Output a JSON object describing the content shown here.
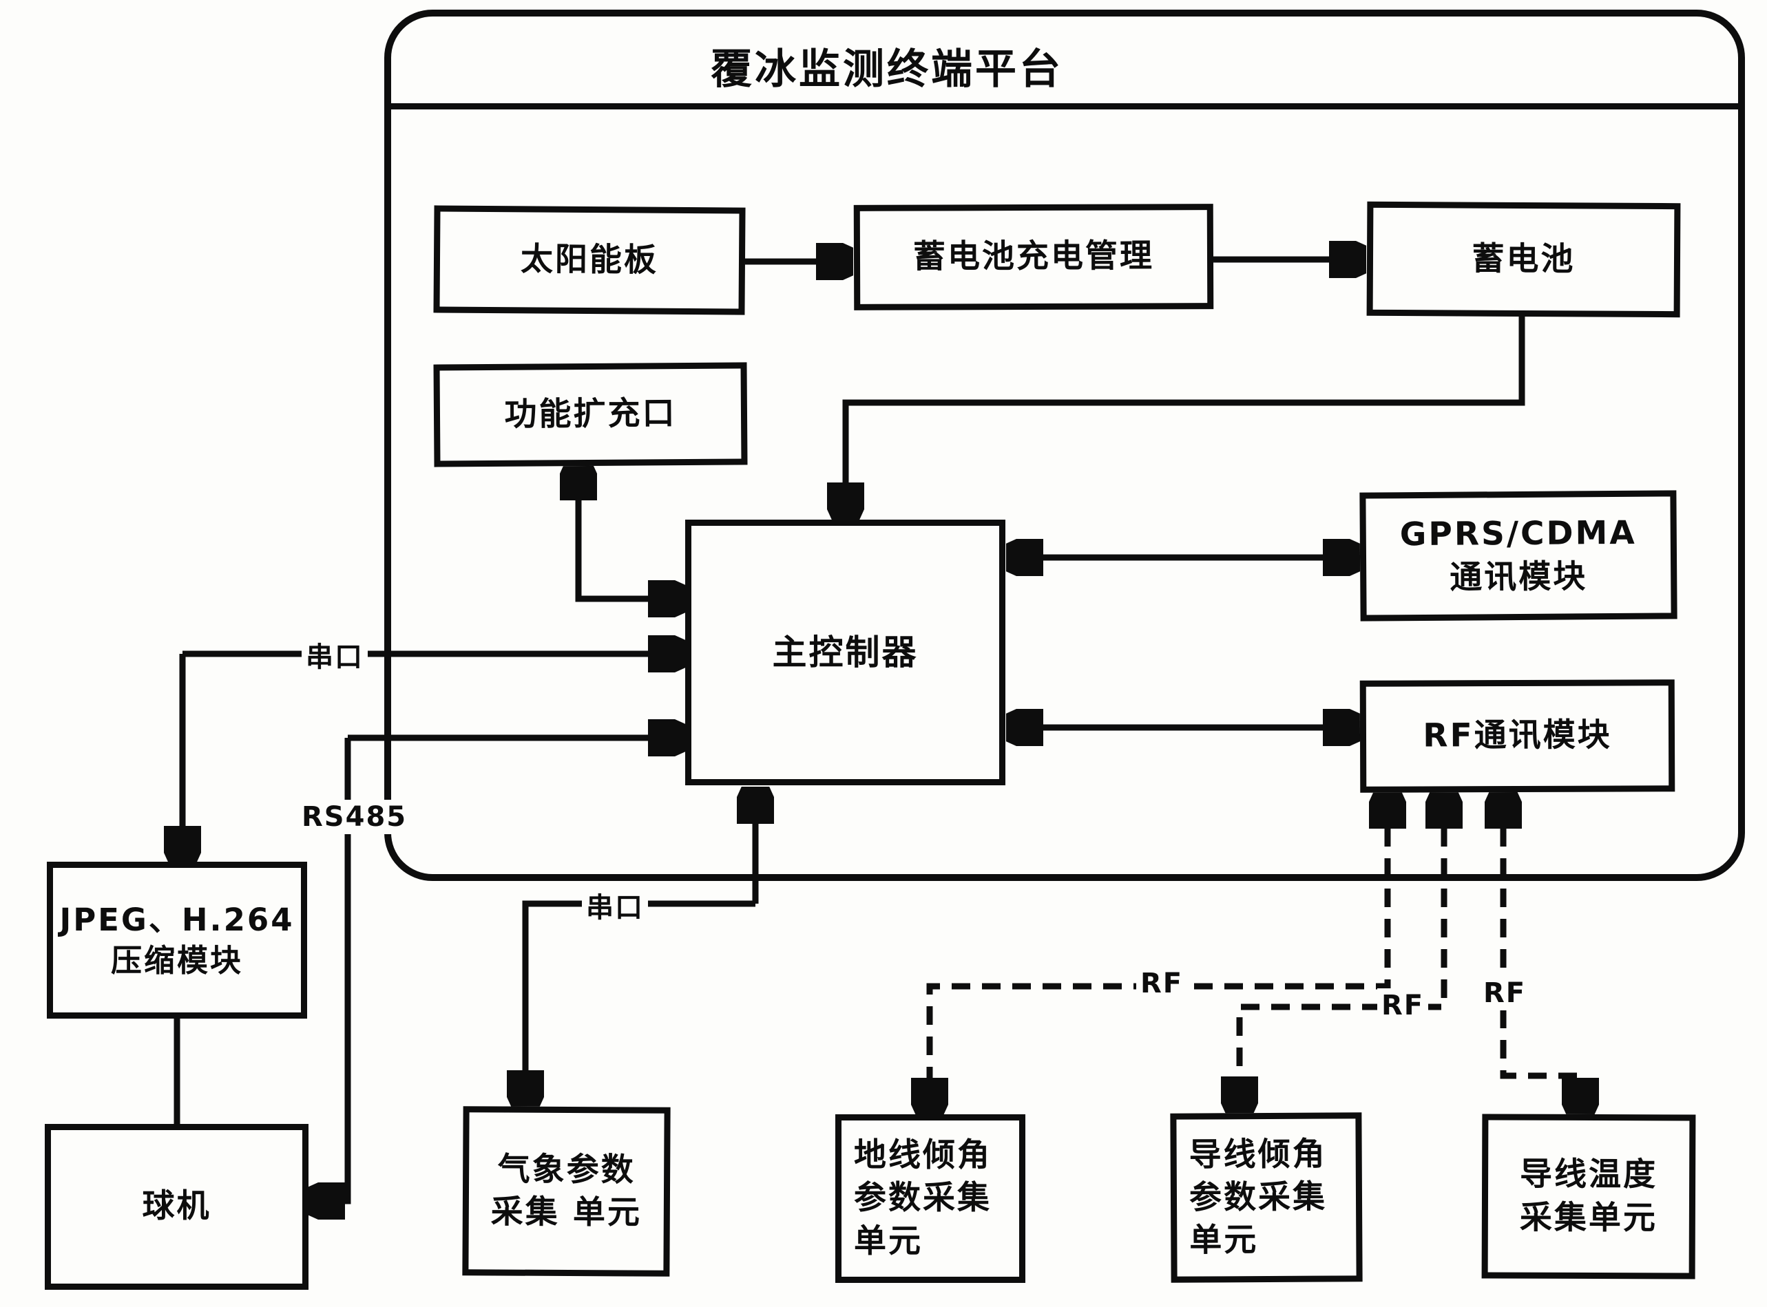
{
  "platform": {
    "title": "覆冰监测终端平台"
  },
  "boxes": {
    "solar": {
      "lines": [
        "太阳能板"
      ]
    },
    "charge": {
      "lines": [
        "蓄电池充电管理"
      ]
    },
    "battery": {
      "lines": [
        "蓄电池"
      ]
    },
    "expansion": {
      "lines": [
        "功能扩充口"
      ]
    },
    "controller": {
      "lines": [
        "主控制器"
      ]
    },
    "gprs": {
      "lines": [
        "GPRS/CDMA",
        "通讯模块"
      ]
    },
    "rf": {
      "lines": [
        "RF通讯模块"
      ]
    },
    "jpeg": {
      "lines": [
        "JPEG、H.264",
        "压缩模块"
      ]
    },
    "camera": {
      "lines": [
        "球机"
      ]
    },
    "weather": {
      "lines": [
        "气象参数",
        "采集 单元"
      ]
    },
    "ground_angle": {
      "lines": [
        "地线倾角",
        "参数采集",
        "单元"
      ]
    },
    "conductor_angle": {
      "lines": [
        "导线倾角",
        "参数采集",
        "单元"
      ]
    },
    "conductor_temp": {
      "lines": [
        "导线温度",
        "采集单元"
      ]
    }
  },
  "link_labels": {
    "serial_camera": "串口",
    "rs485": "RS485",
    "serial_weather": "串口",
    "rf1": "RF",
    "rf2": "RF",
    "rf3": "RF"
  },
  "colors": {
    "ink": "#0d0d0d",
    "paper": "#fdfdfb"
  }
}
